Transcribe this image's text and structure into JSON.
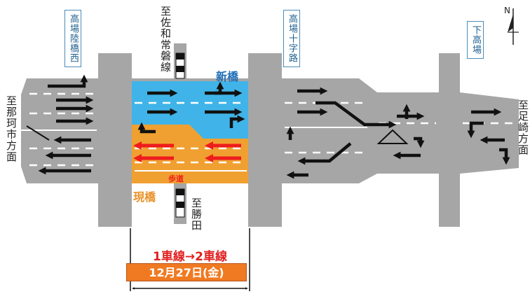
{
  "intersections": {
    "takaba_rikkyo_nishi": "高場陸橋西",
    "takaba_jujiro": "高場十字路",
    "shimo_takaba": "下高場"
  },
  "directions": {
    "to_saku_tokiwa": "至佐和常磐線",
    "to_naka_city": "至那珂市方面",
    "to_katsuta": "至勝田",
    "to_ashizaki": "至足崎方面"
  },
  "bridges": {
    "new_bridge": "新橋",
    "current_bridge": "現橋",
    "sidewalk": "歩道"
  },
  "change": {
    "lanes": "1車線→2車線",
    "date": "12月27日(金)"
  },
  "compass": {
    "north": "N"
  },
  "colors": {
    "road": "#a6a6a6",
    "new_bridge": "#40b4e8",
    "current_bridge": "#f0a030",
    "red_arrow": "#ee1c1c",
    "label_blue": "#1f6fb8",
    "label_orange": "#e8922a"
  }
}
